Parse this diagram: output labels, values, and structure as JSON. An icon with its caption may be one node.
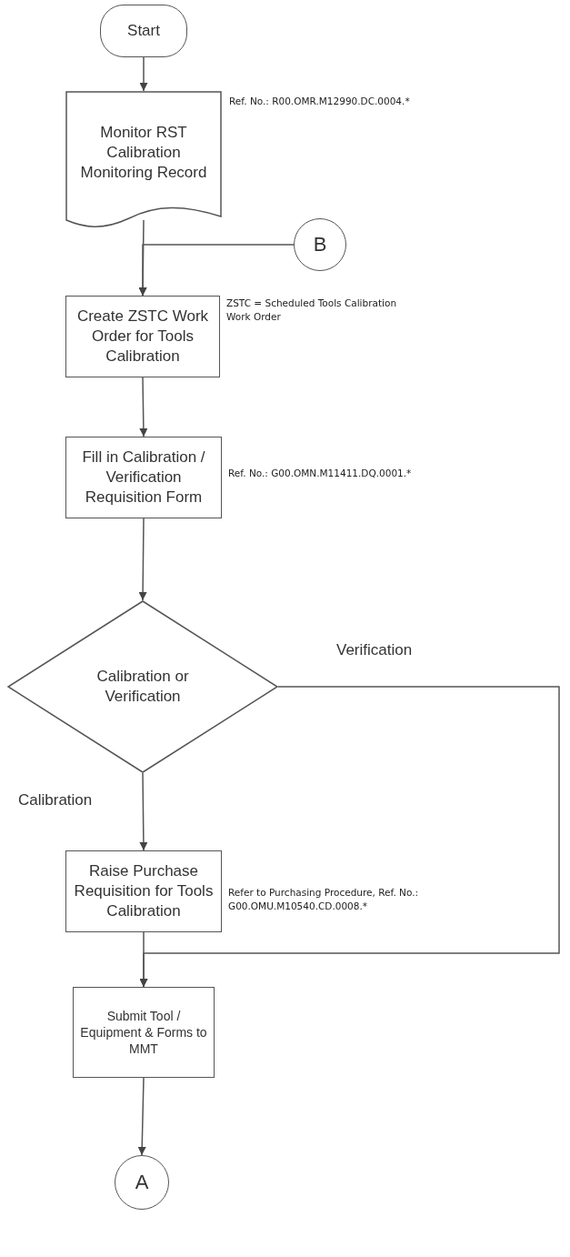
{
  "diagram": {
    "nodes": [
      {
        "text": [
          "Start"
        ]
      },
      {
        "text": [
          "Monitor RST Calibration Monitoring Record"
        ],
        "beside": [
          "Ref. No.: R00.OMR.M12990.DC.0004.*"
        ]
      },
      {
        "text": [
          "B"
        ]
      },
      {
        "text": [
          "Create ZSTC Work Order for Tools Calibration"
        ],
        "beside": [
          "ZSTC = Scheduled Tools Calibration Work Order"
        ]
      },
      {
        "text": [
          "Fill in Calibration / Verification Requisition Form"
        ],
        "beside": [
          "Ref. No.: G00.OMN.M11411.DQ.0001.*"
        ]
      },
      {
        "text": [
          "Calibration or Verification"
        ]
      },
      {
        "text": [
          "Raise Purchase Requisition for Tools Calibration"
        ],
        "beside": [
          "Refer to Purchasing Procedure, Ref. No.: G00.OMU.M10540.CD.0008.*"
        ]
      },
      {
        "text": [
          "Submit Tool / Equipment & Forms to MMT"
        ]
      },
      {
        "text": [
          "A"
        ]
      }
    ],
    "edges": [
      {
        "from": 0,
        "to": 1,
        "arrow": "to"
      },
      {
        "from": 1,
        "to": 3,
        "arrow": "to"
      },
      {
        "from": 2,
        "to": 3,
        "arrow": "to"
      },
      {
        "from": 3,
        "to": 4,
        "arrow": "to"
      },
      {
        "from": 4,
        "to": 5,
        "arrow": "to"
      },
      {
        "from": 5,
        "to": 6,
        "arrow": "to",
        "label": "Calibration"
      },
      {
        "from": 5,
        "to": 7,
        "arrow": "to",
        "label": "Verification"
      },
      {
        "from": 6,
        "to": 7,
        "arrow": "to"
      },
      {
        "from": 7,
        "to": 8,
        "arrow": "to"
      }
    ]
  }
}
